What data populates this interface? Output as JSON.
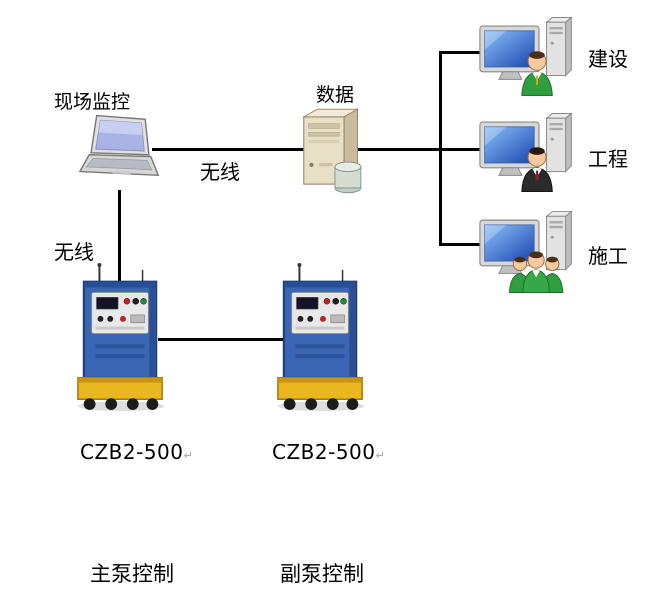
{
  "diagram": {
    "monitor": {
      "label": "现场监控"
    },
    "server": {
      "label": "数据"
    },
    "links": {
      "wireless_top": "无线",
      "wireless_left": "无线"
    },
    "workstations": [
      {
        "label": "建设"
      },
      {
        "label": "工程"
      },
      {
        "label": "施工"
      }
    ],
    "machines": [
      {
        "model": "CZB2-500",
        "mark": "↵",
        "caption": "主泵控制"
      },
      {
        "model": "CZB2-500",
        "mark": "↵",
        "caption": "副泵控制"
      }
    ]
  }
}
